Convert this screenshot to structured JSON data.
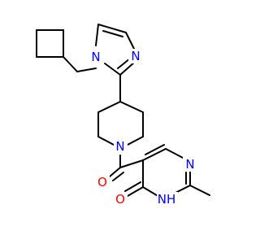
{
  "molecule": {
    "atoms": [
      {
        "id": "N1",
        "element": "N",
        "label": "N"
      },
      {
        "id": "N2",
        "element": "N",
        "label": "N"
      },
      {
        "id": "N3",
        "element": "N",
        "label": "N"
      },
      {
        "id": "N4",
        "element": "N",
        "label": "N"
      },
      {
        "id": "N5",
        "element": "N",
        "label": "NH"
      },
      {
        "id": "O1",
        "element": "O",
        "label": "O"
      },
      {
        "id": "O2",
        "element": "O",
        "label": "O"
      }
    ],
    "colors": {
      "N": "#0000ff",
      "O": "#ff0000",
      "C": "#000000"
    }
  }
}
